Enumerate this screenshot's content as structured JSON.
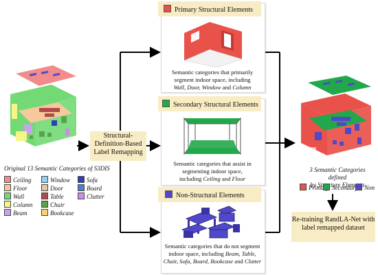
{
  "colors": {
    "primary": "#e8524a",
    "secondary": "#21a84a",
    "non": "#5048c8",
    "ceiling": "#f28c8c",
    "floor": "#f5c99b",
    "wall": "#73d974",
    "column": "#f5f58a",
    "beam": "#c9a3f2",
    "window": "#8fd3f5",
    "door": "#e0c8a8",
    "table": "#b24a4a",
    "chair": "#5aa34a",
    "bookcase": "#f5d27a",
    "sofa": "#2f3fb8",
    "board": "#4a80c8",
    "clutter": "#d08ae8",
    "accent_box": "#f8ecc4"
  },
  "left_legend": {
    "title_parts": [
      "Original 13 Semantic Categories of ",
      "S3DIS"
    ],
    "items": [
      {
        "label": "Ceiling",
        "color_key": "ceiling"
      },
      {
        "label": "Floor",
        "color_key": "floor"
      },
      {
        "label": "Wall",
        "color_key": "wall"
      },
      {
        "label": "Column",
        "color_key": "column"
      },
      {
        "label": "Beam",
        "color_key": "beam"
      },
      {
        "label": "Window",
        "color_key": "window"
      },
      {
        "label": "Door",
        "color_key": "door"
      },
      {
        "label": "Table",
        "color_key": "table"
      },
      {
        "label": "Chair",
        "color_key": "chair"
      },
      {
        "label": "Bookcase",
        "color_key": "bookcase"
      },
      {
        "label": "Sofa",
        "color_key": "sofa"
      },
      {
        "label": "Board",
        "color_key": "board"
      },
      {
        "label": "Clutter",
        "color_key": "clutter"
      }
    ]
  },
  "center_box": {
    "line1": "Structural-",
    "line2": "Definition-Based",
    "line3": "Label Remapping"
  },
  "panels": {
    "primary": {
      "title": "Primary Structural Elements",
      "caption_line1": "Semantic categories that primarily",
      "caption_line2": "segment indoor space, including",
      "caption_italic": "Wall, Door, Window",
      "caption_and": " and ",
      "caption_tail": "Column"
    },
    "secondary": {
      "title": "Secondary Structural Elements",
      "caption_line1": "Semantic categories that assist in",
      "caption_line2": "segmenting indoor space,",
      "caption_line3": "including ",
      "caption_italic": "Ceiling",
      "caption_and": " and ",
      "caption_tail": "Floor"
    },
    "non": {
      "title": "Non-Structural Elements",
      "caption_line1": "Semantic categories that do not segment",
      "caption_line2": "indoor space, including ",
      "caption_italic_a": "Beam, Table,",
      "caption_italic_b": "Chair, Sofa, Board, Bookcase",
      "caption_and": " and ",
      "caption_tail": "Clutter"
    }
  },
  "right_legend": {
    "title_line1": "3 Semantic Categories defined",
    "title_line2": "by Structure Elements",
    "items": [
      {
        "label": "Primary",
        "color_key": "primary"
      },
      {
        "label": "Secondary",
        "color_key": "secondary"
      },
      {
        "label": "Non",
        "color_key": "non"
      }
    ]
  },
  "result_box": {
    "line1": "Re-training RandLA-Net with",
    "line2": "label remapped dataset"
  }
}
